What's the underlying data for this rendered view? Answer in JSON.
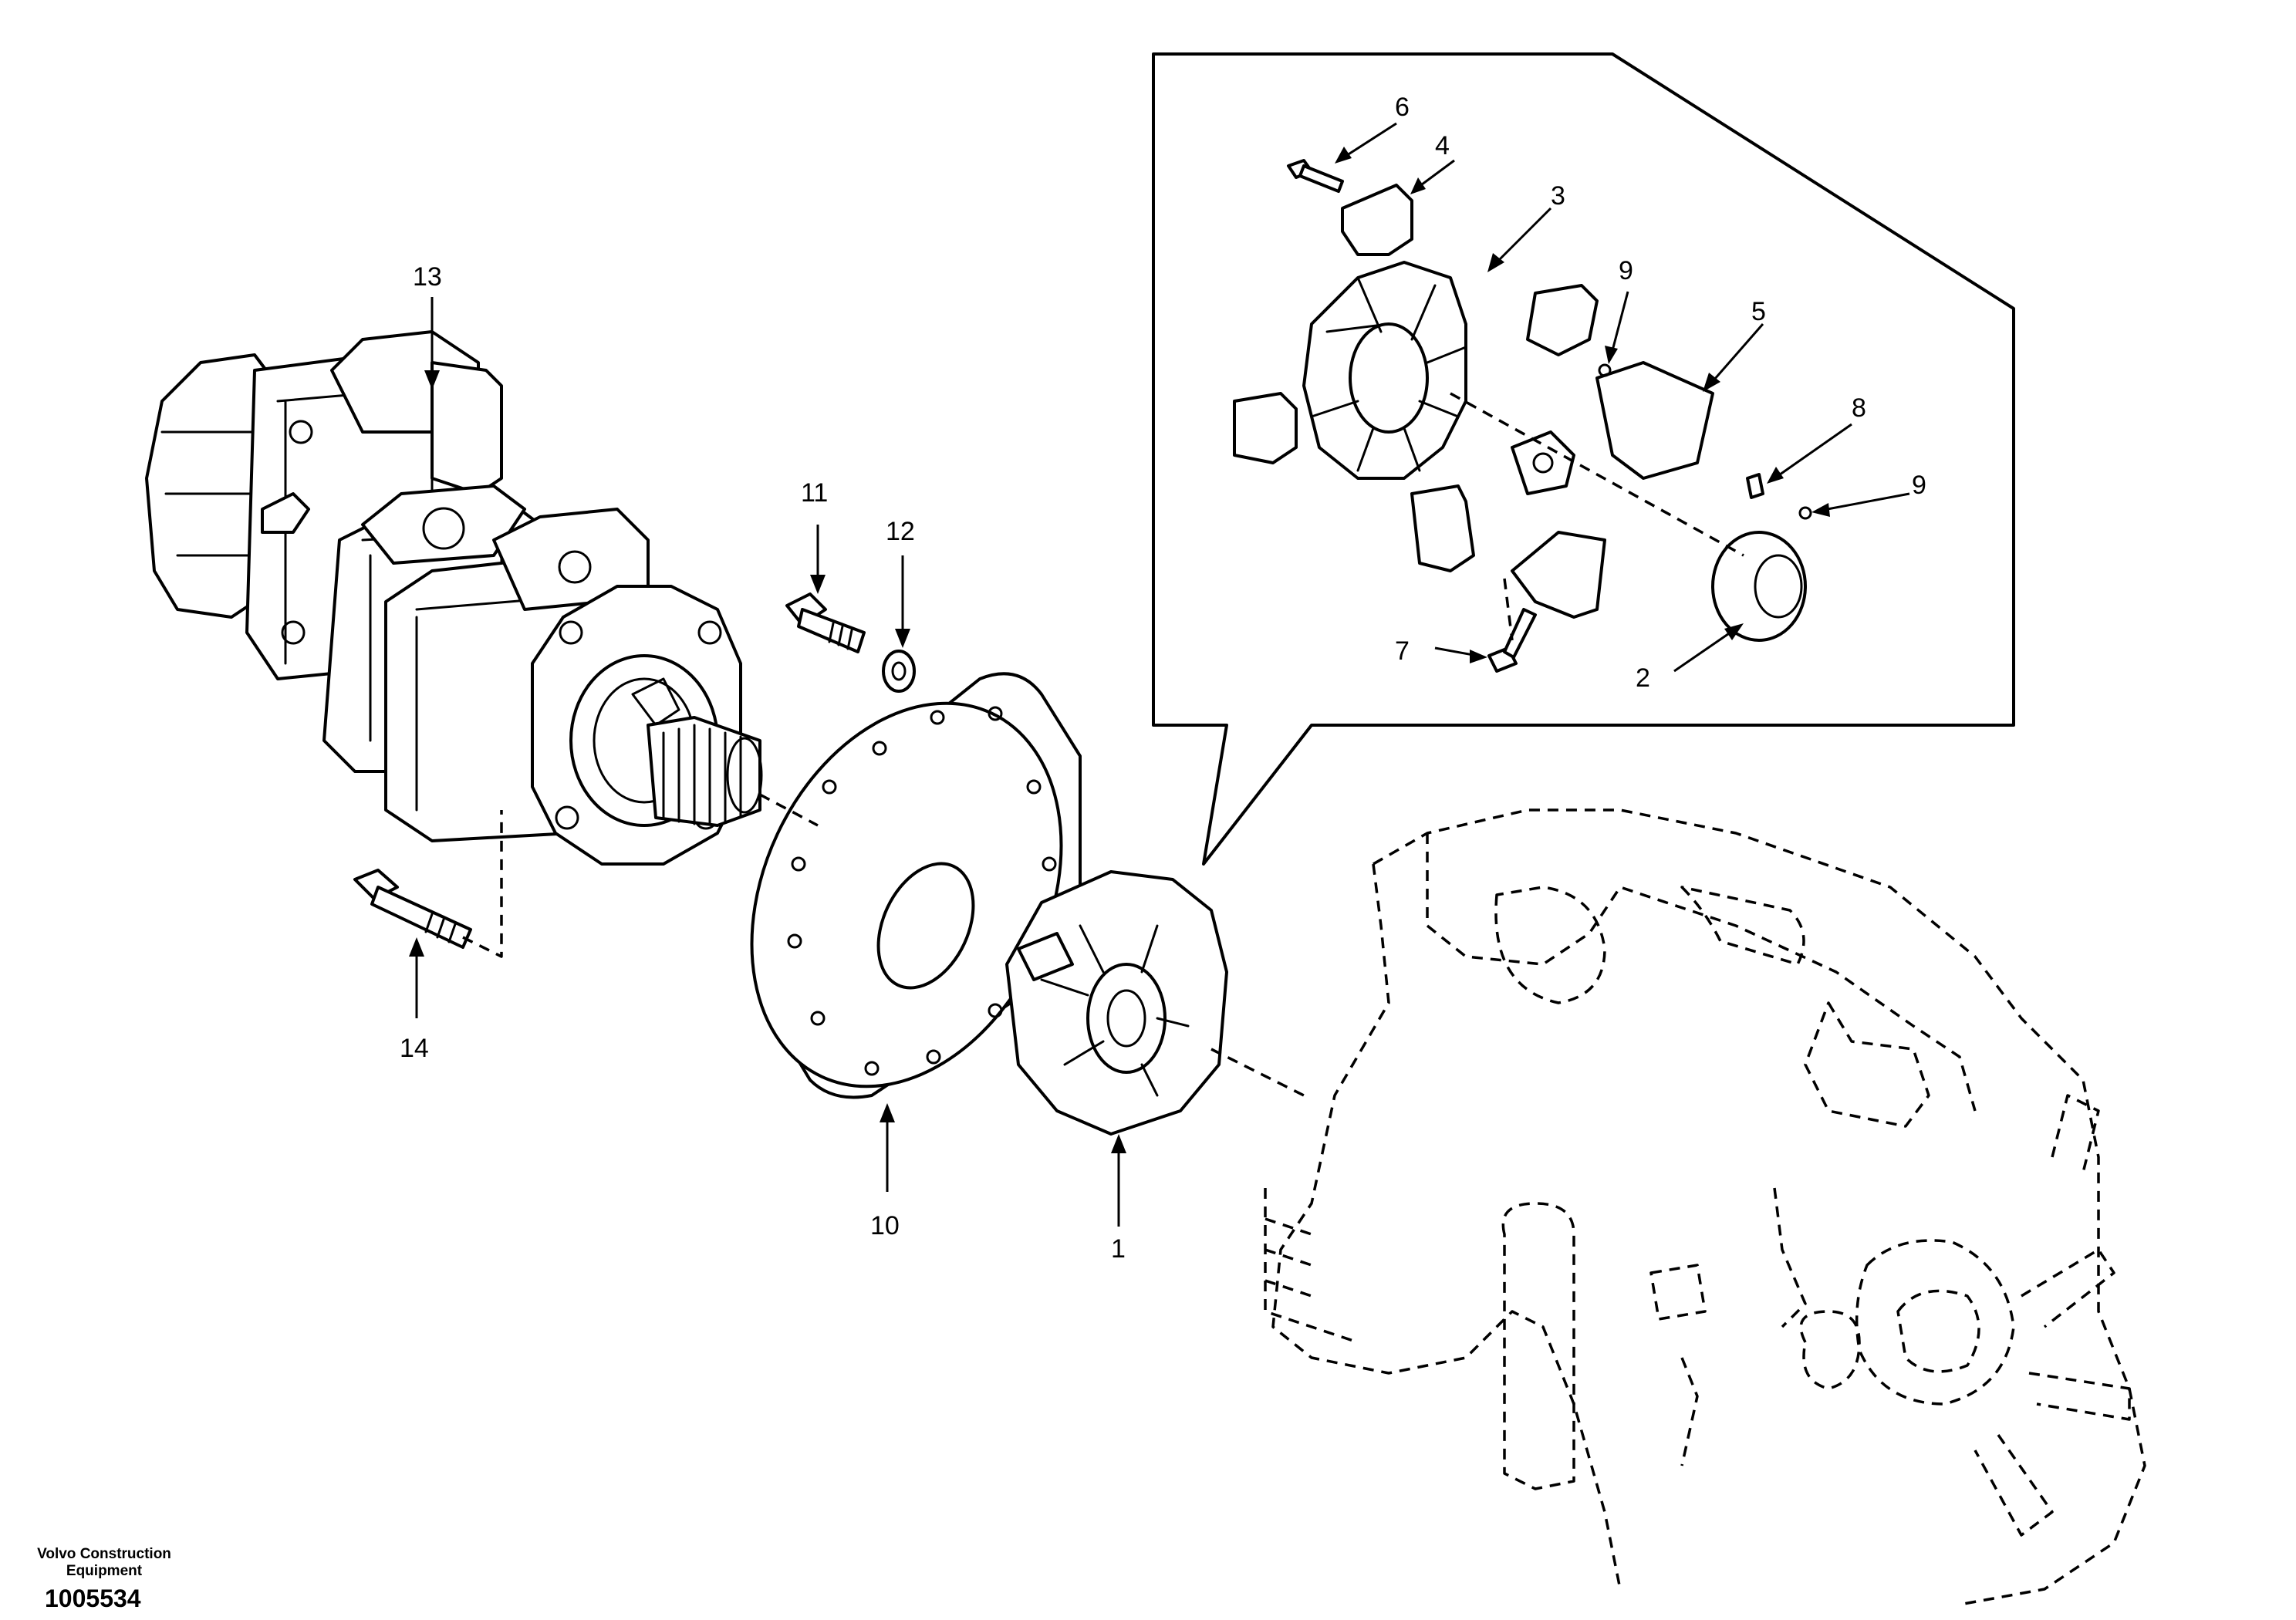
{
  "callouts": [
    {
      "id": "c1",
      "label": "1"
    },
    {
      "id": "c2",
      "label": "2"
    },
    {
      "id": "c3",
      "label": "3"
    },
    {
      "id": "c4",
      "label": "4"
    },
    {
      "id": "c5",
      "label": "5"
    },
    {
      "id": "c6",
      "label": "6"
    },
    {
      "id": "c7",
      "label": "7"
    },
    {
      "id": "c8",
      "label": "8"
    },
    {
      "id": "c9a",
      "label": "9"
    },
    {
      "id": "c9b",
      "label": "9"
    },
    {
      "id": "c10",
      "label": "10"
    },
    {
      "id": "c11",
      "label": "11"
    },
    {
      "id": "c12",
      "label": "12"
    },
    {
      "id": "c13",
      "label": "13"
    },
    {
      "id": "c14",
      "label": "14"
    }
  ],
  "footer": {
    "manufacturer_line1": "Volvo Construction",
    "manufacturer_line2": "Equipment",
    "document_number": "1005534"
  }
}
